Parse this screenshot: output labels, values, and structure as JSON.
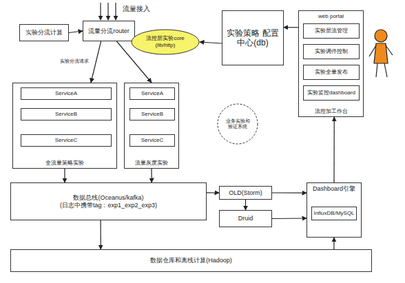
{
  "diagram": {
    "nodes": [
      {
        "text": [
          "实验分流计算"
        ]
      },
      {
        "text": [
          "流量分流router"
        ]
      },
      {
        "text": [
          "流控层实验core (lib/http)"
        ]
      },
      {
        "text": [
          "实验策略 配置中心(db)"
        ]
      },
      {
        "text": [
          "web portal",
          "流控加工作台"
        ]
      },
      {
        "text": [
          "实验层流管理"
        ],
        "in": 4
      },
      {
        "text": [
          "实验调停控制"
        ],
        "in": 4
      },
      {
        "text": [
          "实验全量发布"
        ],
        "in": 4
      },
      {
        "text": [
          "实验监控dashboard"
        ],
        "in": 4
      },
      {
        "text": [
          "全流量策略实验"
        ]
      },
      {
        "text": [
          "ServiceA"
        ],
        "in": 9
      },
      {
        "text": [
          "ServiceB"
        ],
        "in": 9
      },
      {
        "text": [
          "ServiceC"
        ],
        "in": 9
      },
      {
        "text": [
          "流量灰度实验"
        ]
      },
      {
        "text": [
          "ServiceA"
        ],
        "in": 13
      },
      {
        "text": [
          "ServiceB"
        ],
        "in": 13
      },
      {
        "text": [
          "ServiceC"
        ],
        "in": 13
      },
      {
        "text": [
          "业务实验和 验证系统"
        ]
      },
      {
        "text": [
          "数据总线(Oceanus/kafka)",
          "(日志中携带tag：exp1_exp2_exp3)"
        ]
      },
      {
        "text": [
          "OLD(Storm)"
        ]
      },
      {
        "text": [
          "Druid"
        ]
      },
      {
        "text": [
          "Dashboard引擎"
        ]
      },
      {
        "text": [
          "InfluxDB/MySQL"
        ],
        "in": 21
      },
      {
        "text": [
          "数据仓库和离线计算(Hadoop)"
        ]
      }
    ],
    "edges": [
      {
        "from": 0,
        "to": 1,
        "arrow": "to"
      },
      {
        "from": 1,
        "to": 9,
        "label": "实验分流请求",
        "arrow": "to"
      },
      {
        "from": 1,
        "to": 13,
        "arrow": "to"
      },
      {
        "from": 3,
        "to": 2,
        "arrow": "to"
      },
      {
        "from": 4,
        "to": 3,
        "arrow": "to"
      },
      {
        "from": 9,
        "to": 18,
        "arrow": "to"
      },
      {
        "from": 13,
        "to": 18,
        "arrow": "to"
      },
      {
        "from": 18,
        "to": 19,
        "arrow": "to"
      },
      {
        "from": 19,
        "to": 20,
        "arrow": "to"
      },
      {
        "from": 19,
        "to": 21,
        "arrow": "to"
      },
      {
        "from": 20,
        "to": 21,
        "arrow": "to"
      },
      {
        "from": 21,
        "to": 4,
        "arrow": "to"
      },
      {
        "from": 18,
        "to": 23,
        "arrow": "to"
      },
      {
        "from": 23,
        "to": 21,
        "arrow": "to"
      }
    ],
    "labels": [
      "流量接入"
    ]
  }
}
